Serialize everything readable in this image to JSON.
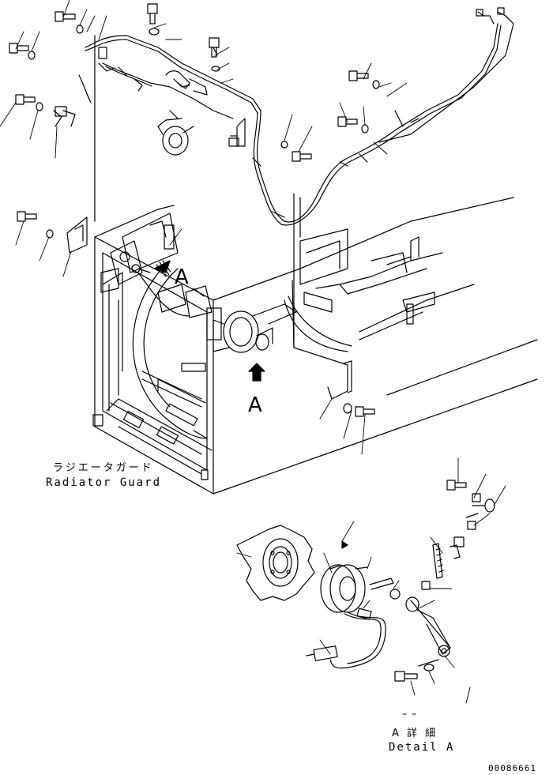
{
  "labels": {
    "view_a_upper": "A",
    "view_a_lower": "A",
    "radiator_guard_jp": "ラジエータガード",
    "radiator_guard_en": "Radiator Guard",
    "detail_jp": "A 詳 細",
    "detail_en": "Detail A",
    "drawing_number": "00086661"
  }
}
